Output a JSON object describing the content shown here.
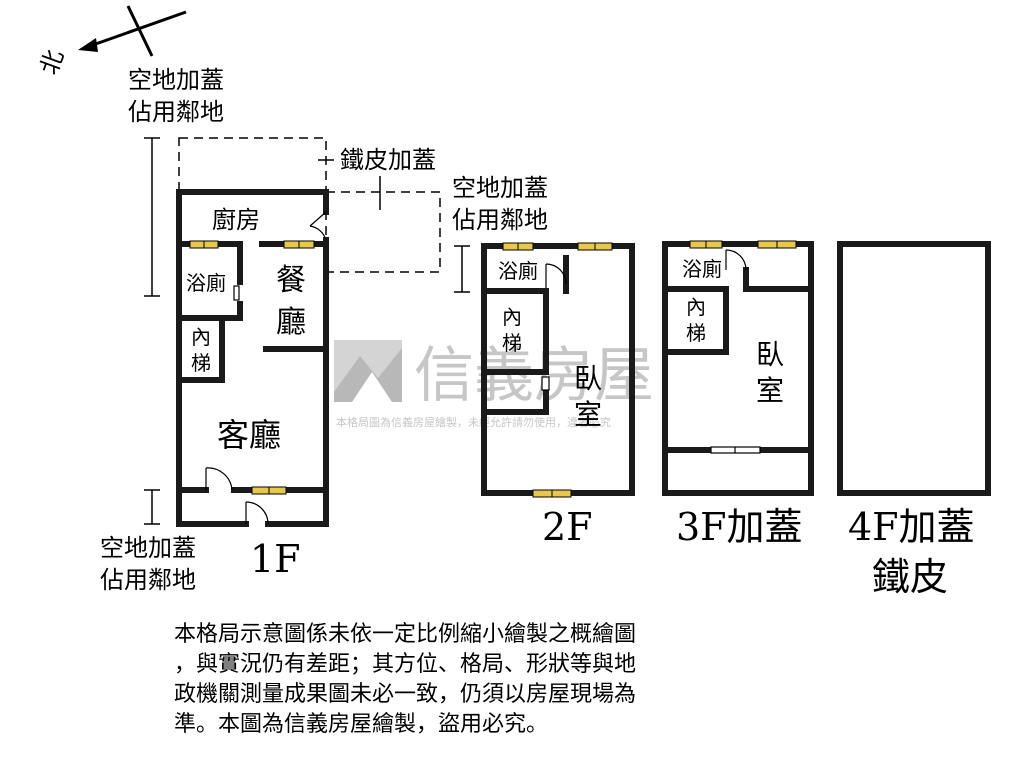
{
  "compass": {
    "north_label": "北"
  },
  "floors": {
    "f1": {
      "label": "1F",
      "rooms": {
        "kitchen": "廚房",
        "bath": "浴廁",
        "stairs": "內梯",
        "dining": "餐廳",
        "living": "客廳"
      }
    },
    "f2": {
      "label": "2F",
      "rooms": {
        "bath": "浴廁",
        "stairs": "內梯",
        "bedroom": "臥室"
      }
    },
    "f3": {
      "label": "3F加蓋",
      "rooms": {
        "bath": "浴廁",
        "stairs": "內梯",
        "bedroom": "臥室"
      }
    },
    "f4": {
      "label_line1": "4F加蓋",
      "label_line2": "鐵皮"
    }
  },
  "annotations": {
    "vacant_land_line1": "空地加蓋",
    "vacant_land_line2": "佔用鄰地",
    "iron_sheet": "鐵皮加蓋"
  },
  "watermark": {
    "brand": "信義房屋",
    "notice": "本格局圖為信義房屋繪製，未經允許請勿使用，違者必究"
  },
  "disclaimer": {
    "lines": [
      "本格局示意圖係未依一定比例縮小繪製之概繪圖",
      "，與實況仍有差距；其方位、格局、形狀等與地",
      "政機關測量成果圖未必一致，仍須以房屋現場為",
      "準。本圖為信義房屋繪製，盜用必究。"
    ]
  },
  "colors": {
    "wall": "#1a1a1a",
    "window": "#e8c84a",
    "watermark": "#c6c6c6"
  }
}
